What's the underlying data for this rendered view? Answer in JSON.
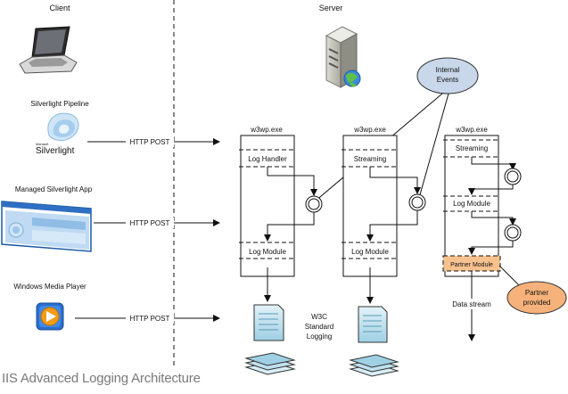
{
  "labels": {
    "client": "Client",
    "server": "Server",
    "silverlight_pipeline": "Silverlight Pipeline",
    "silverlight_logo_small": "Microsoft",
    "silverlight_logo": "Silverlight",
    "managed_app": "Managed Silverlight App",
    "wmp": "Windows Media Player",
    "http_post": "HTTP POST",
    "w3wp": "w3wp.exe",
    "log_handler": "Log Handler",
    "log_module": "Log Module",
    "streaming": "Streaming",
    "partner_module": "Partner Module",
    "internal_events_line1": "Internal",
    "internal_events_line2": "Events",
    "partner_provided_line1": "Partner",
    "partner_provided_line2": "provided",
    "data_stream": "Data stream",
    "w3c_line1": "W3C",
    "w3c_line2": "Standard",
    "w3c_line3": "Logging",
    "caption": "IIS Advanced Logging Architecture"
  },
  "colors": {
    "internal_events_fill": "#c9d7ea",
    "partner_fill": "#f6b27a",
    "partner_module_fill": "#f7c28f",
    "doc_fill": "#bfe0ee",
    "line": "#111111"
  },
  "icons": [
    "laptop-icon",
    "silverlight-logo-icon",
    "app-window-icon",
    "media-player-icon",
    "server-icon",
    "globe-icon",
    "document-icon",
    "document-stack-icon"
  ]
}
